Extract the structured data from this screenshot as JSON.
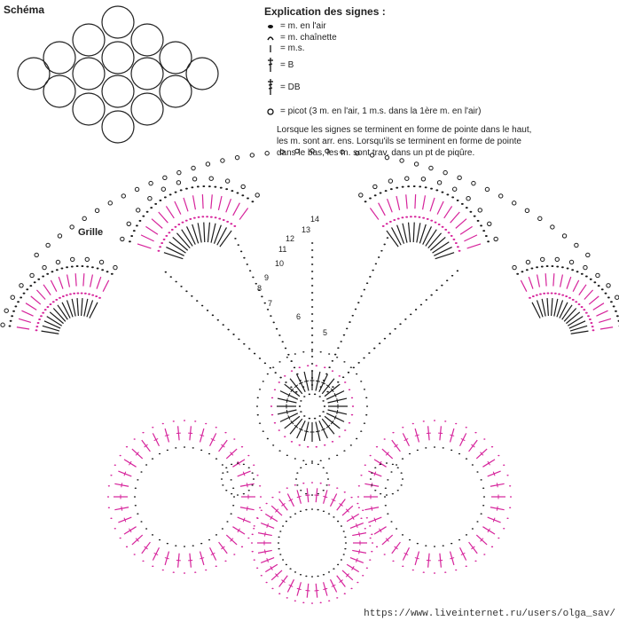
{
  "schema": {
    "title": "Schéma"
  },
  "legend": {
    "title": "Explication des signes :",
    "items": [
      {
        "icon": "chain-stitch-icon",
        "label": "= m. en l'air"
      },
      {
        "icon": "slip-chain-icon",
        "label": "= m. chaînette"
      },
      {
        "icon": "single-crochet-icon",
        "label": "= m.s."
      },
      {
        "icon": "double-crochet-icon",
        "label": "= B"
      },
      {
        "icon": "treble-crochet-icon",
        "label": "= DB"
      },
      {
        "icon": "picot-icon",
        "label": "= picot (3 m. en l'air, 1 m.s. dans la 1ère m. en l'air)"
      }
    ],
    "note": "Lorsque les signes se terminent en forme de pointe dans le haut, les m. sont arr. ens. Lorsqu'ils se terminent en forme de pointe dans le bas, les m. sont trav. dans un pt de piqûre."
  },
  "grille": {
    "title": "Grille",
    "row_numbers": [
      "5",
      "6",
      "7",
      "8",
      "9",
      "10",
      "11",
      "12",
      "13",
      "14"
    ]
  },
  "colors": {
    "black": "#1a1a1a",
    "magenta": "#d6239b",
    "gray": "#333333"
  },
  "watermark": "https://www.liveinternet.ru/users/olga_sav/"
}
